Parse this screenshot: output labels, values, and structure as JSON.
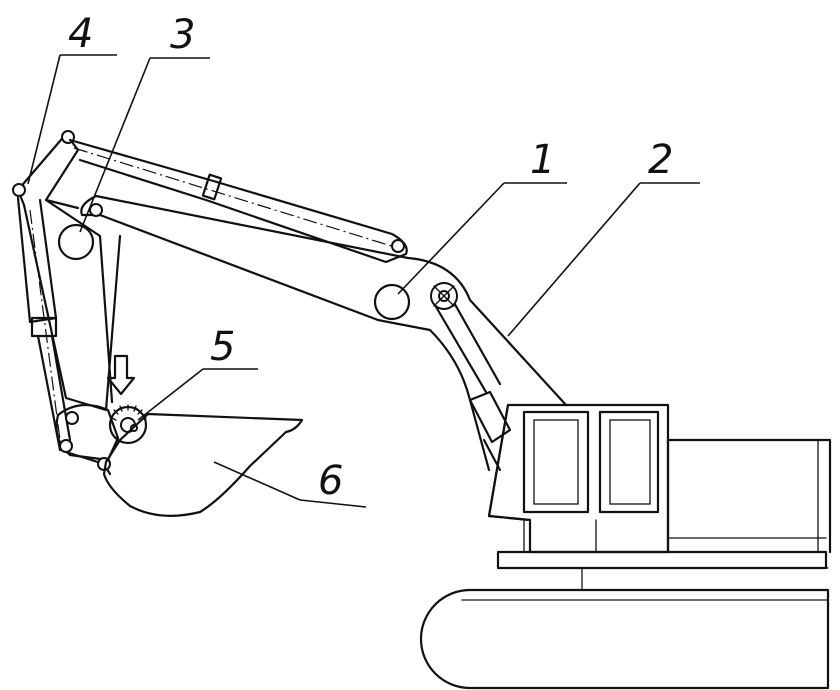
{
  "callouts": [
    {
      "id": "1",
      "label": "1"
    },
    {
      "id": "2",
      "label": "2"
    },
    {
      "id": "3",
      "label": "3"
    },
    {
      "id": "4",
      "label": "4"
    },
    {
      "id": "5",
      "label": "5"
    },
    {
      "id": "6",
      "label": "6"
    }
  ],
  "icons": {
    "direction": "down-arrow-icon"
  }
}
